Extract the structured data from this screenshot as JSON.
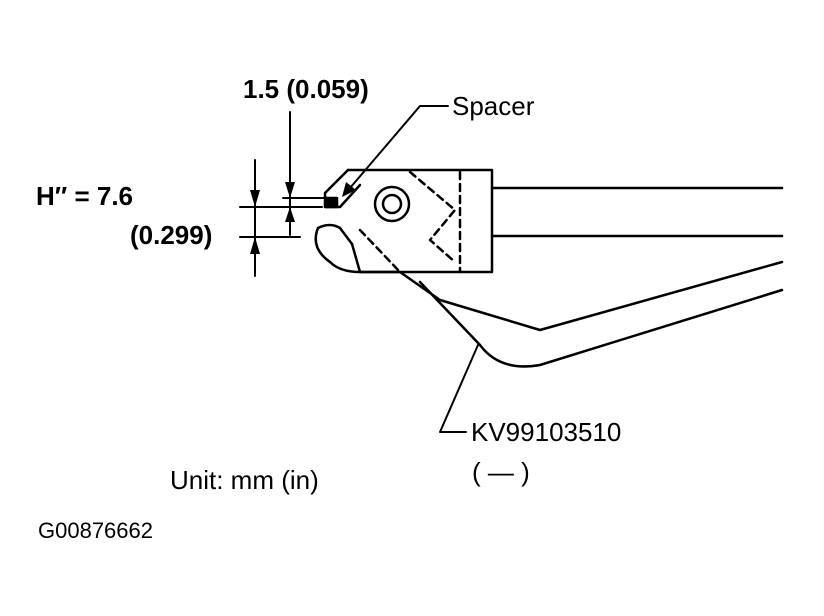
{
  "dimension_gap": {
    "text": "1.5 (0.059)"
  },
  "spacer_label": "Spacer",
  "height_dimension": {
    "prefix": "H″ = 7.6",
    "value": "(0.299)"
  },
  "tool_number": {
    "text": "KV99103510",
    "alt": "(    —    )"
  },
  "unit_note": "Unit: mm (in)",
  "figure_id": "G00876662"
}
